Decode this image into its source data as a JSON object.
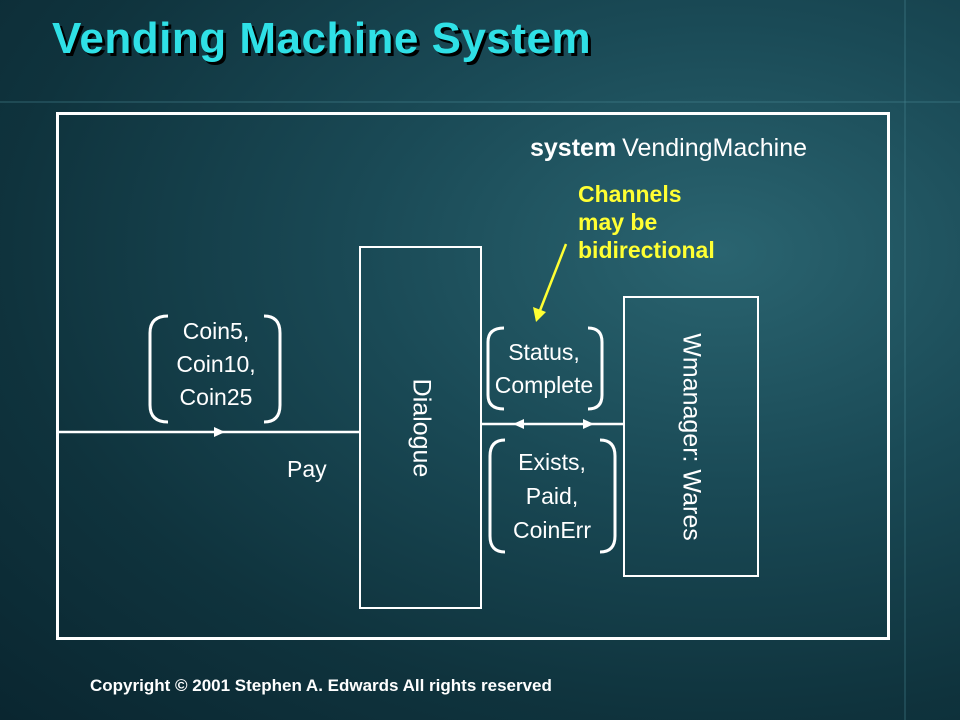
{
  "title": "Vending Machine System",
  "system": {
    "keyword": "system",
    "name": "VendingMachine"
  },
  "callout": {
    "lines": [
      "Channels",
      "may be",
      "bidirectional"
    ],
    "color": "#ffff33"
  },
  "blocks": {
    "dialogue": "Dialogue",
    "wmanager": "Wmanager: Wares"
  },
  "channels": {
    "pay": {
      "name": "Pay",
      "signals": [
        "Coin5,",
        "Coin10,",
        "Coin25"
      ]
    },
    "to_dialogue": {
      "signals": [
        "Status,",
        "Complete"
      ]
    },
    "to_wmanager": {
      "signals": [
        "Exists,",
        "Paid,",
        "CoinErr"
      ]
    }
  },
  "footer": {
    "copyright": "Copyright © 2001 Stephen A. Edwards All rights reserved"
  },
  "colors": {
    "title": "#2fe0e6",
    "lines": "#ffffff"
  }
}
